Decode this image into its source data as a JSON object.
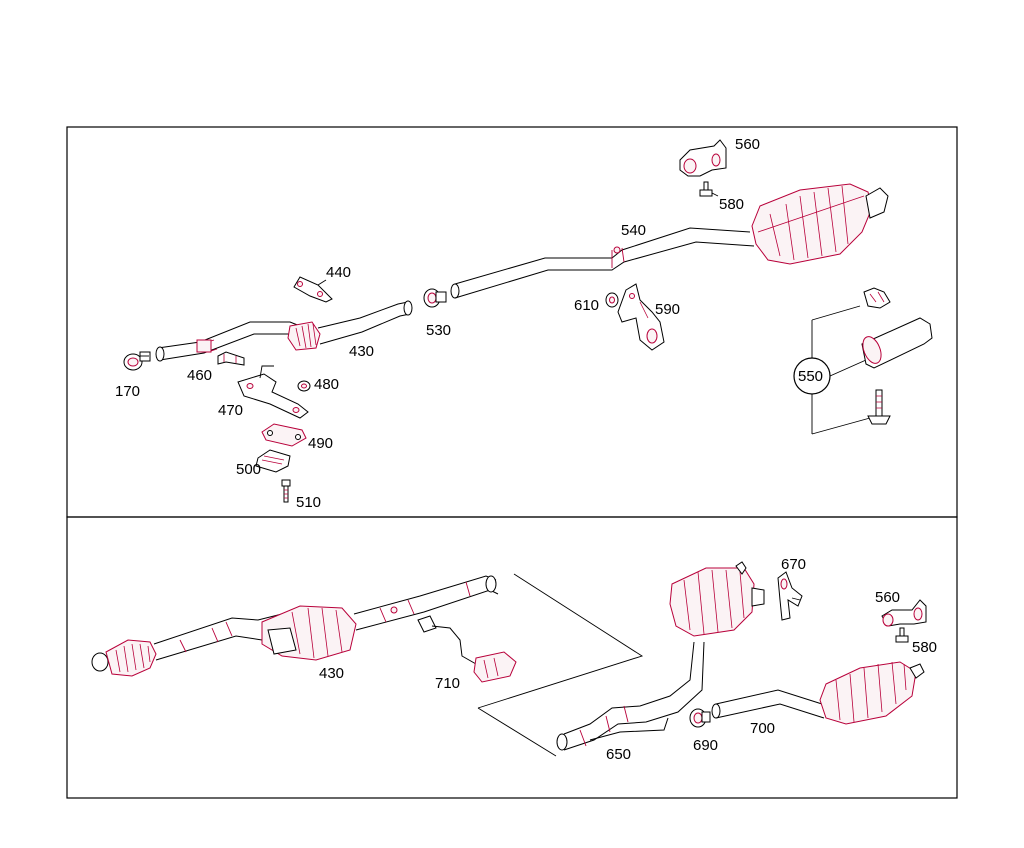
{
  "panels": [
    {
      "name": "top",
      "labels": [
        "560",
        "580",
        "540",
        "440",
        "530",
        "430",
        "610",
        "590",
        "170",
        "460",
        "480",
        "470",
        "490",
        "500",
        "510",
        "550"
      ]
    },
    {
      "name": "bottom",
      "labels": [
        "670",
        "560",
        "580",
        "430",
        "710",
        "650",
        "690",
        "700"
      ]
    }
  ],
  "labels": {
    "p560a": "560",
    "p580a": "580",
    "p540": "540",
    "p440": "440",
    "p530": "530",
    "p430a": "430",
    "p610": "610",
    "p590": "590",
    "p170": "170",
    "p460": "460",
    "p480": "480",
    "p470": "470",
    "p490": "490",
    "p500": "500",
    "p510": "510",
    "p550": "550",
    "p670": "670",
    "p560b": "560",
    "p580b": "580",
    "p430b": "430",
    "p710": "710",
    "p650": "650",
    "p690": "690",
    "p700": "700"
  },
  "colors": {
    "line": "#000000",
    "accent": "#b8003a",
    "background": "#ffffff"
  }
}
